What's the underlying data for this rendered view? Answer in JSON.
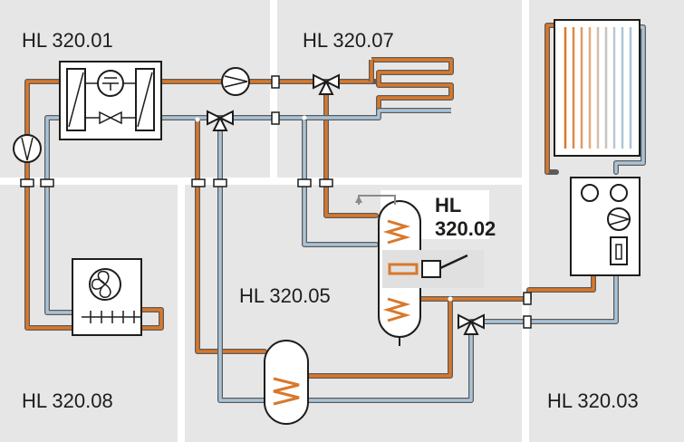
{
  "modules": {
    "hl32001": "HL 320.01",
    "hl32007": "HL 320.07",
    "hl32002_line1": "HL",
    "hl32002_line2": "320.02",
    "hl32005": "HL 320.05",
    "hl32008": "HL 320.08",
    "hl32003": "HL 320.03"
  },
  "colors": {
    "panel_bg": "#e6e6e6",
    "hot_pipe": "#d9782a",
    "cold_pipe": "#a9c4d8",
    "pipe_outline": "#5b5b5b",
    "device_fill": "#ffffff",
    "device_stroke": "#1d1d1b",
    "highlight_box": "#e0e0e0"
  },
  "icons": [
    "heat-pump-unit",
    "pump-icon",
    "three-way-valve-icon",
    "heat-exchanger-icon",
    "fan-icon",
    "solar-collector",
    "storage-tank",
    "solar-station-controller",
    "electric-heater-icon"
  ]
}
